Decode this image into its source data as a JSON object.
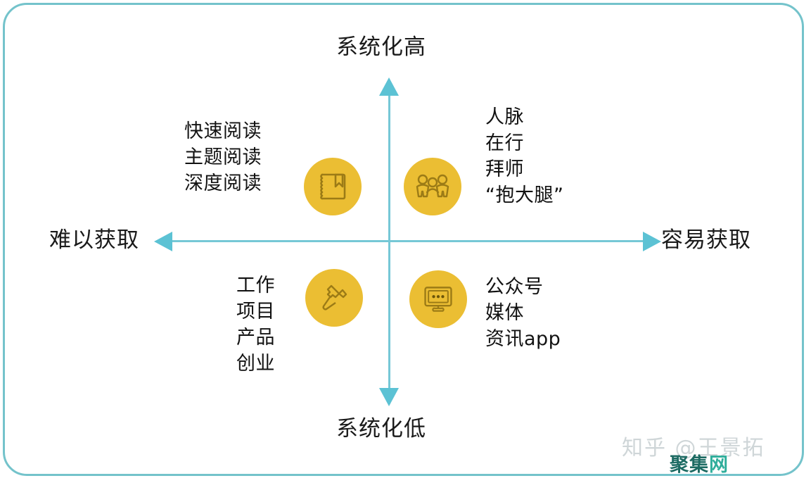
{
  "diagram": {
    "type": "2x2-quadrant-matrix",
    "axes": {
      "vertical": {
        "top_label": "系统化高",
        "bottom_label": "系统化低"
      },
      "horizontal": {
        "left_label": "难以获取",
        "right_label": "容易获取"
      },
      "color": "#5cc2d4"
    },
    "quadrants": [
      {
        "position": "top-left",
        "icon": "book-icon",
        "icon_bg": "#ebbe33",
        "items": [
          "快速阅读",
          "主题阅读",
          "深度阅读"
        ]
      },
      {
        "position": "top-right",
        "icon": "people-network-icon",
        "icon_bg": "#ebbe33",
        "items": [
          "人脉",
          "在行",
          "拜师",
          "“抱大腿”"
        ]
      },
      {
        "position": "bottom-left",
        "icon": "hammer-icon",
        "icon_bg": "#ebbe33",
        "items": [
          "工作",
          "项目",
          "产品",
          "创业"
        ]
      },
      {
        "position": "bottom-right",
        "icon": "monitor-icon",
        "icon_bg": "#ebbe33",
        "items": [
          "公众号",
          "媒体",
          "资讯app"
        ]
      }
    ]
  },
  "frame": {
    "border_color": "#74c3cb"
  },
  "watermarks": {
    "zhihu": "知乎 @王景拓",
    "site_part1": "聚",
    "site_part2": "集",
    "site_part3": "网"
  }
}
